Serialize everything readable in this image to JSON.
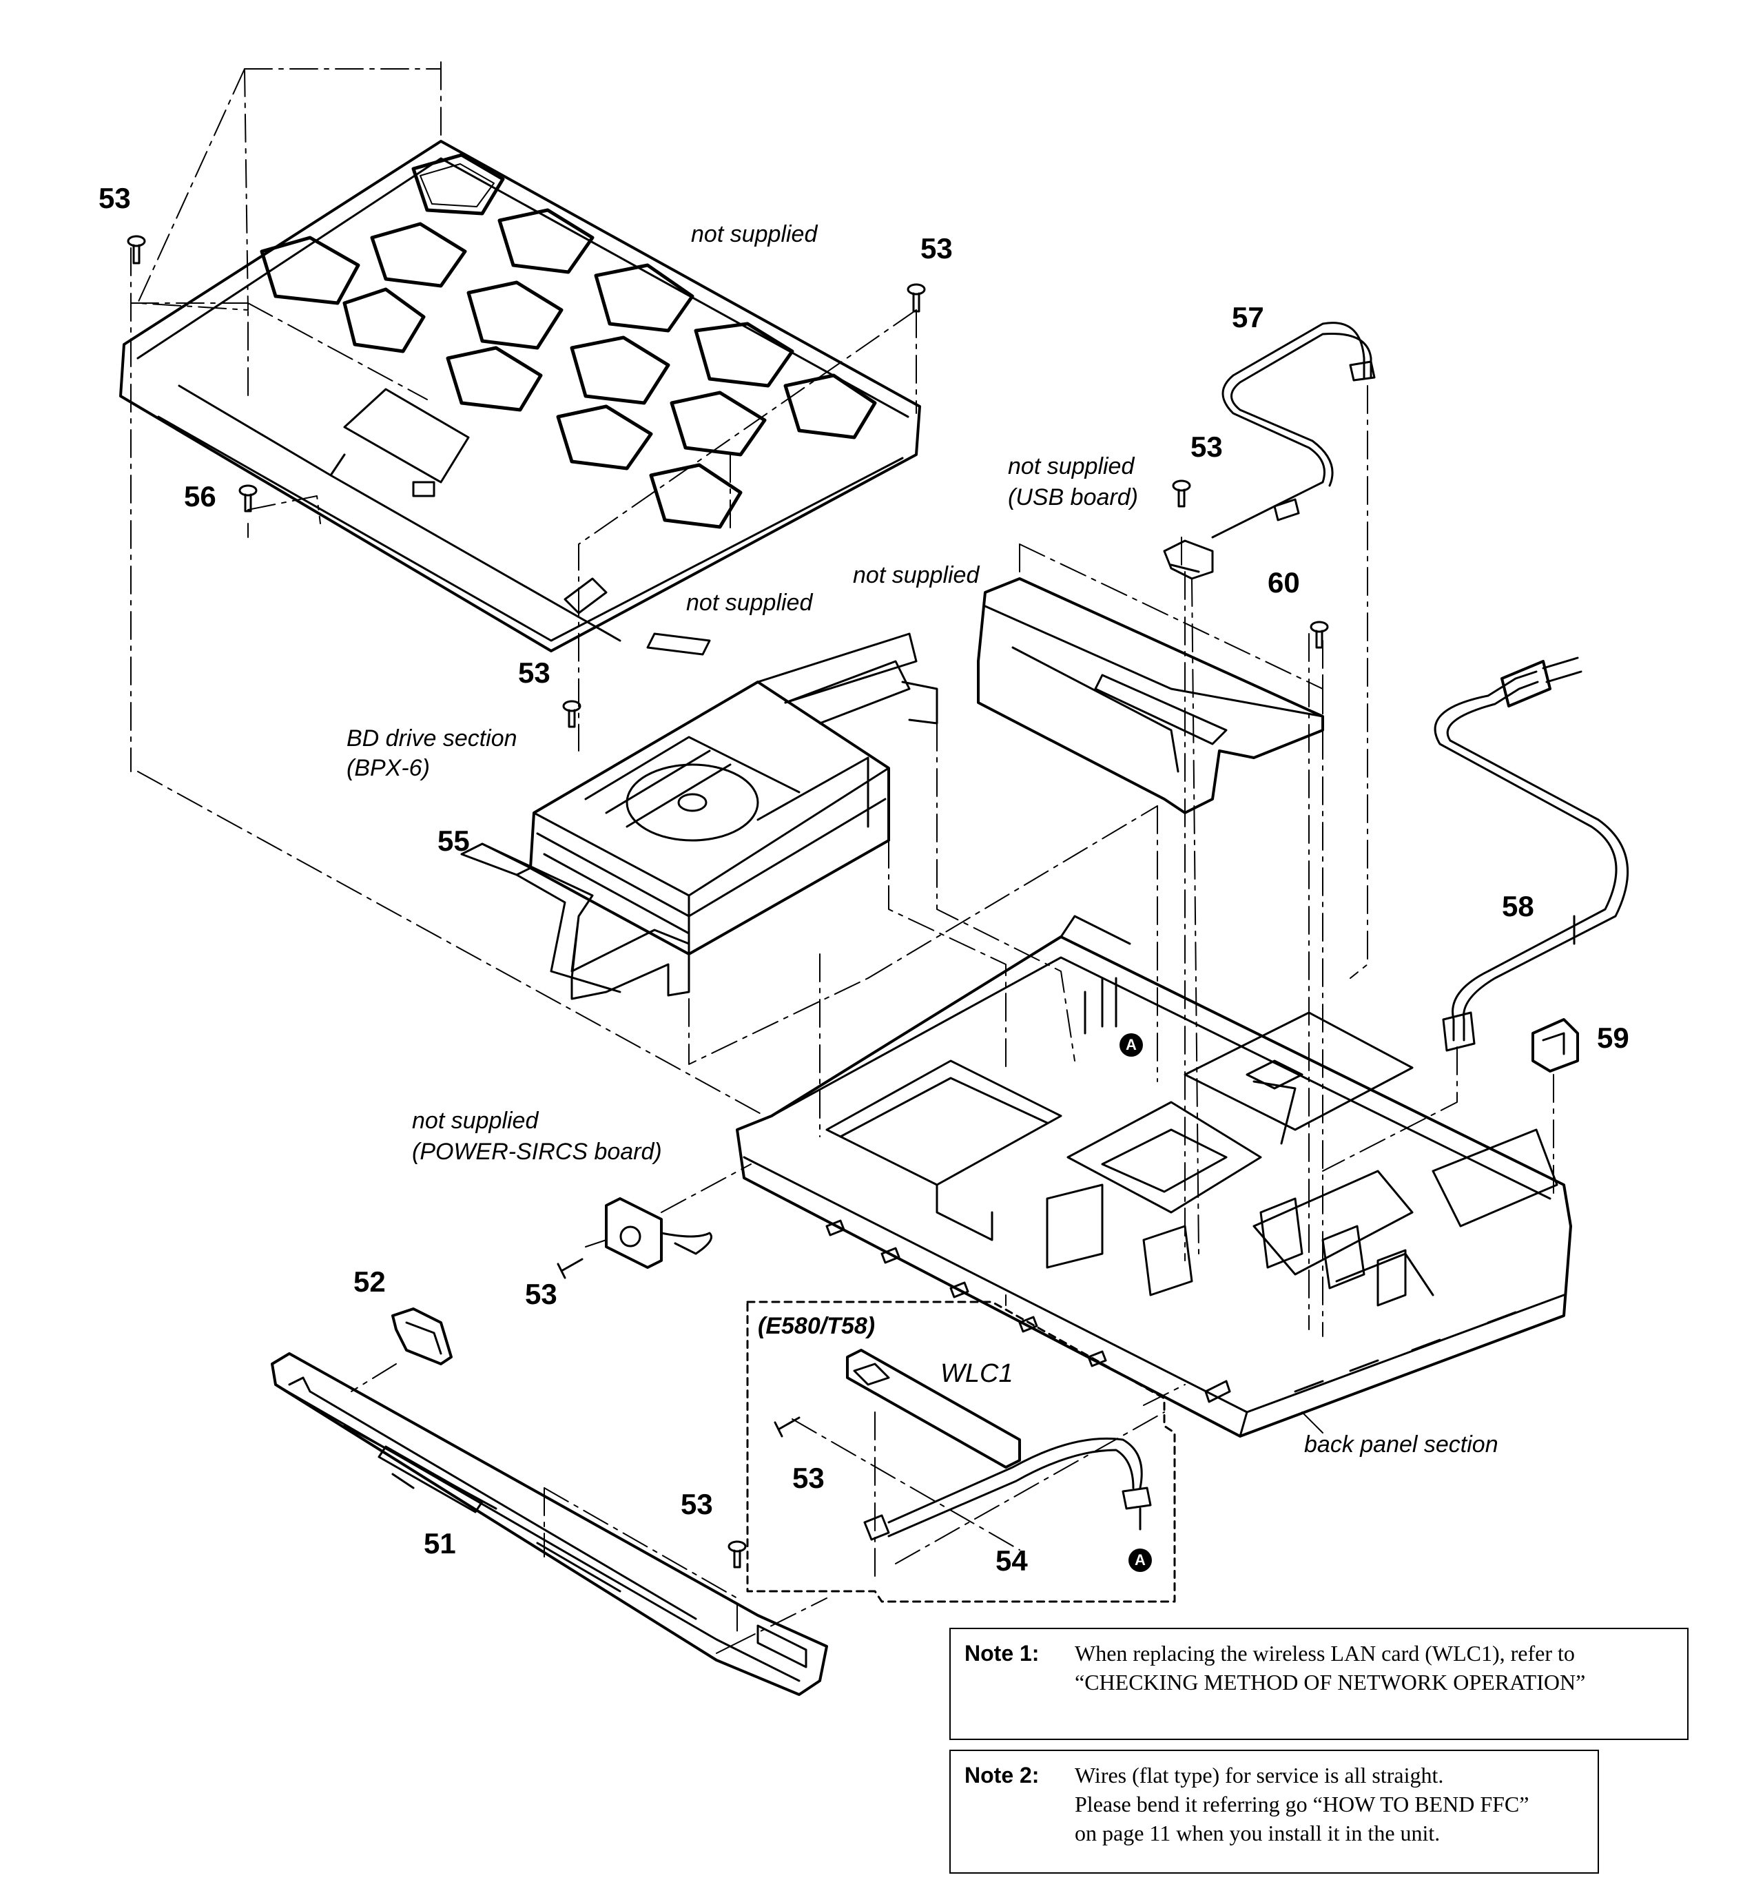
{
  "part_numbers": {
    "n51": "51",
    "n52": "52",
    "n53_a": "53",
    "n53_b": "53",
    "n53_c": "53",
    "n53_d": "53",
    "n53_e": "53",
    "n53_f": "53",
    "n53_g": "53",
    "n54": "54",
    "n55": "55",
    "n56": "56",
    "n57": "57",
    "n58": "58",
    "n59": "59",
    "n60": "60"
  },
  "captions": {
    "not_supplied_top": "not supplied",
    "not_supplied_usb": "not supplied",
    "usb_board": "(USB board)",
    "not_supplied_bracket": "not supplied",
    "not_supplied_bd": "not supplied",
    "bd_drive": "BD drive section",
    "bd_model": "(BPX-6)",
    "not_supplied_power": "not supplied",
    "power_board": "(POWER-SIRCS board)",
    "region": "(E580/T58)",
    "wlc1": "WLC1",
    "back_panel": "back panel section"
  },
  "marker": "A",
  "notes": [
    {
      "label": "Note 1:",
      "lines": [
        "When replacing the wireless LAN card (WLC1), refer to",
        "“CHECKING METHOD OF NETWORK OPERATION”"
      ]
    },
    {
      "label": "Note 2:",
      "lines": [
        "Wires (flat type) for service is all straight.",
        "Please bend it referring go “HOW TO BEND FFC”",
        "on page 11 when you install it in the unit."
      ]
    }
  ],
  "colors": {
    "line": "#000000",
    "background": "#ffffff"
  }
}
